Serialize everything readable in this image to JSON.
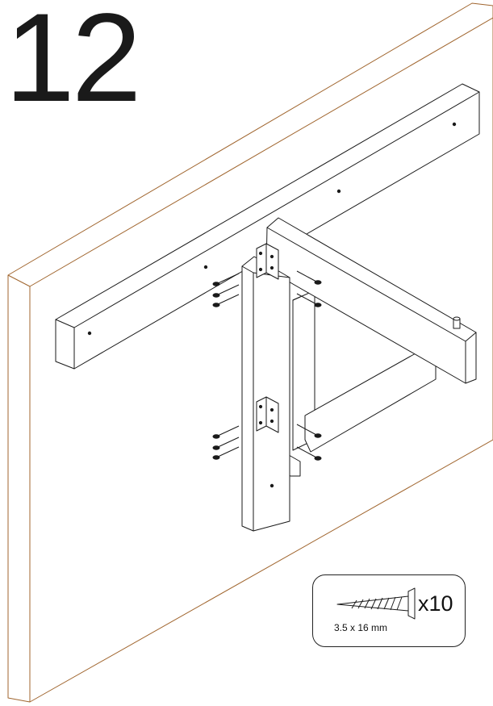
{
  "step": {
    "number": "12"
  },
  "hardware": {
    "quantity": "x10",
    "size": "3.5 x 16 mm",
    "icon": "wood-screw-icon"
  },
  "colors": {
    "board_edge": "#a0652e",
    "line": "#1a1a1a"
  }
}
